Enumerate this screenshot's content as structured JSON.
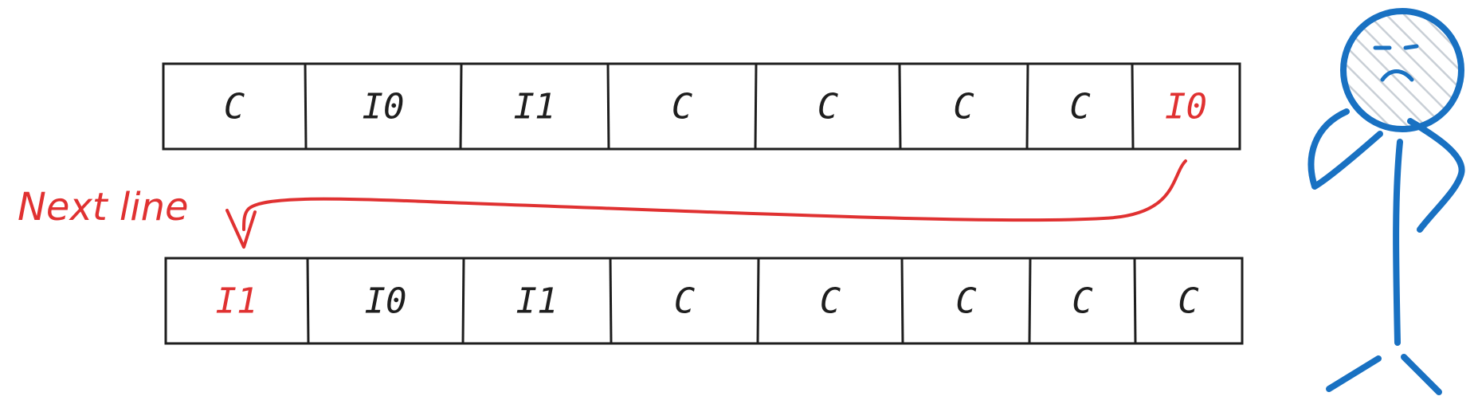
{
  "colors": {
    "ink": "#1e1e1e",
    "highlight": "#e03131",
    "figure": "#1971c2",
    "figure_hatch": "#c9cfd6"
  },
  "row_top": {
    "cells": [
      {
        "label": "C",
        "highlight": false
      },
      {
        "label": "I0",
        "highlight": false
      },
      {
        "label": "I1",
        "highlight": false
      },
      {
        "label": "C",
        "highlight": false
      },
      {
        "label": "C",
        "highlight": false
      },
      {
        "label": "C",
        "highlight": false
      },
      {
        "label": "C",
        "highlight": false
      },
      {
        "label": "I0",
        "highlight": true
      }
    ]
  },
  "row_bottom": {
    "cells": [
      {
        "label": "I1",
        "highlight": true
      },
      {
        "label": "I0",
        "highlight": false
      },
      {
        "label": "I1",
        "highlight": false
      },
      {
        "label": "C",
        "highlight": false
      },
      {
        "label": "C",
        "highlight": false
      },
      {
        "label": "C",
        "highlight": false
      },
      {
        "label": "C",
        "highlight": false
      },
      {
        "label": "C",
        "highlight": false
      }
    ]
  },
  "annotation": {
    "label": "Next line"
  },
  "figure": {
    "expression": "frowning-face-icon"
  }
}
